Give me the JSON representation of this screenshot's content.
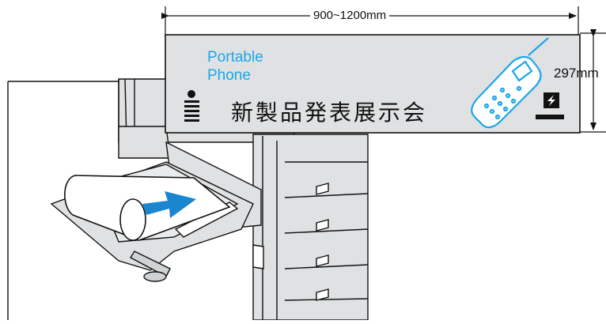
{
  "dimensions": {
    "width_label": "900~1200mm",
    "height_label": "297mm"
  },
  "banner": {
    "title_line1": "Portable",
    "title_line2": "Phone",
    "subtitle_jp": "新製品発表展示会",
    "accent_color": "#1aa7e8",
    "background_color": "#dfe1e2"
  },
  "icons": [
    "printer-icon",
    "bypass-tray-icon",
    "paper-roll-icon",
    "feed-arrow-icon",
    "mobile-phone-icon",
    "person-icon",
    "flash-icon"
  ]
}
